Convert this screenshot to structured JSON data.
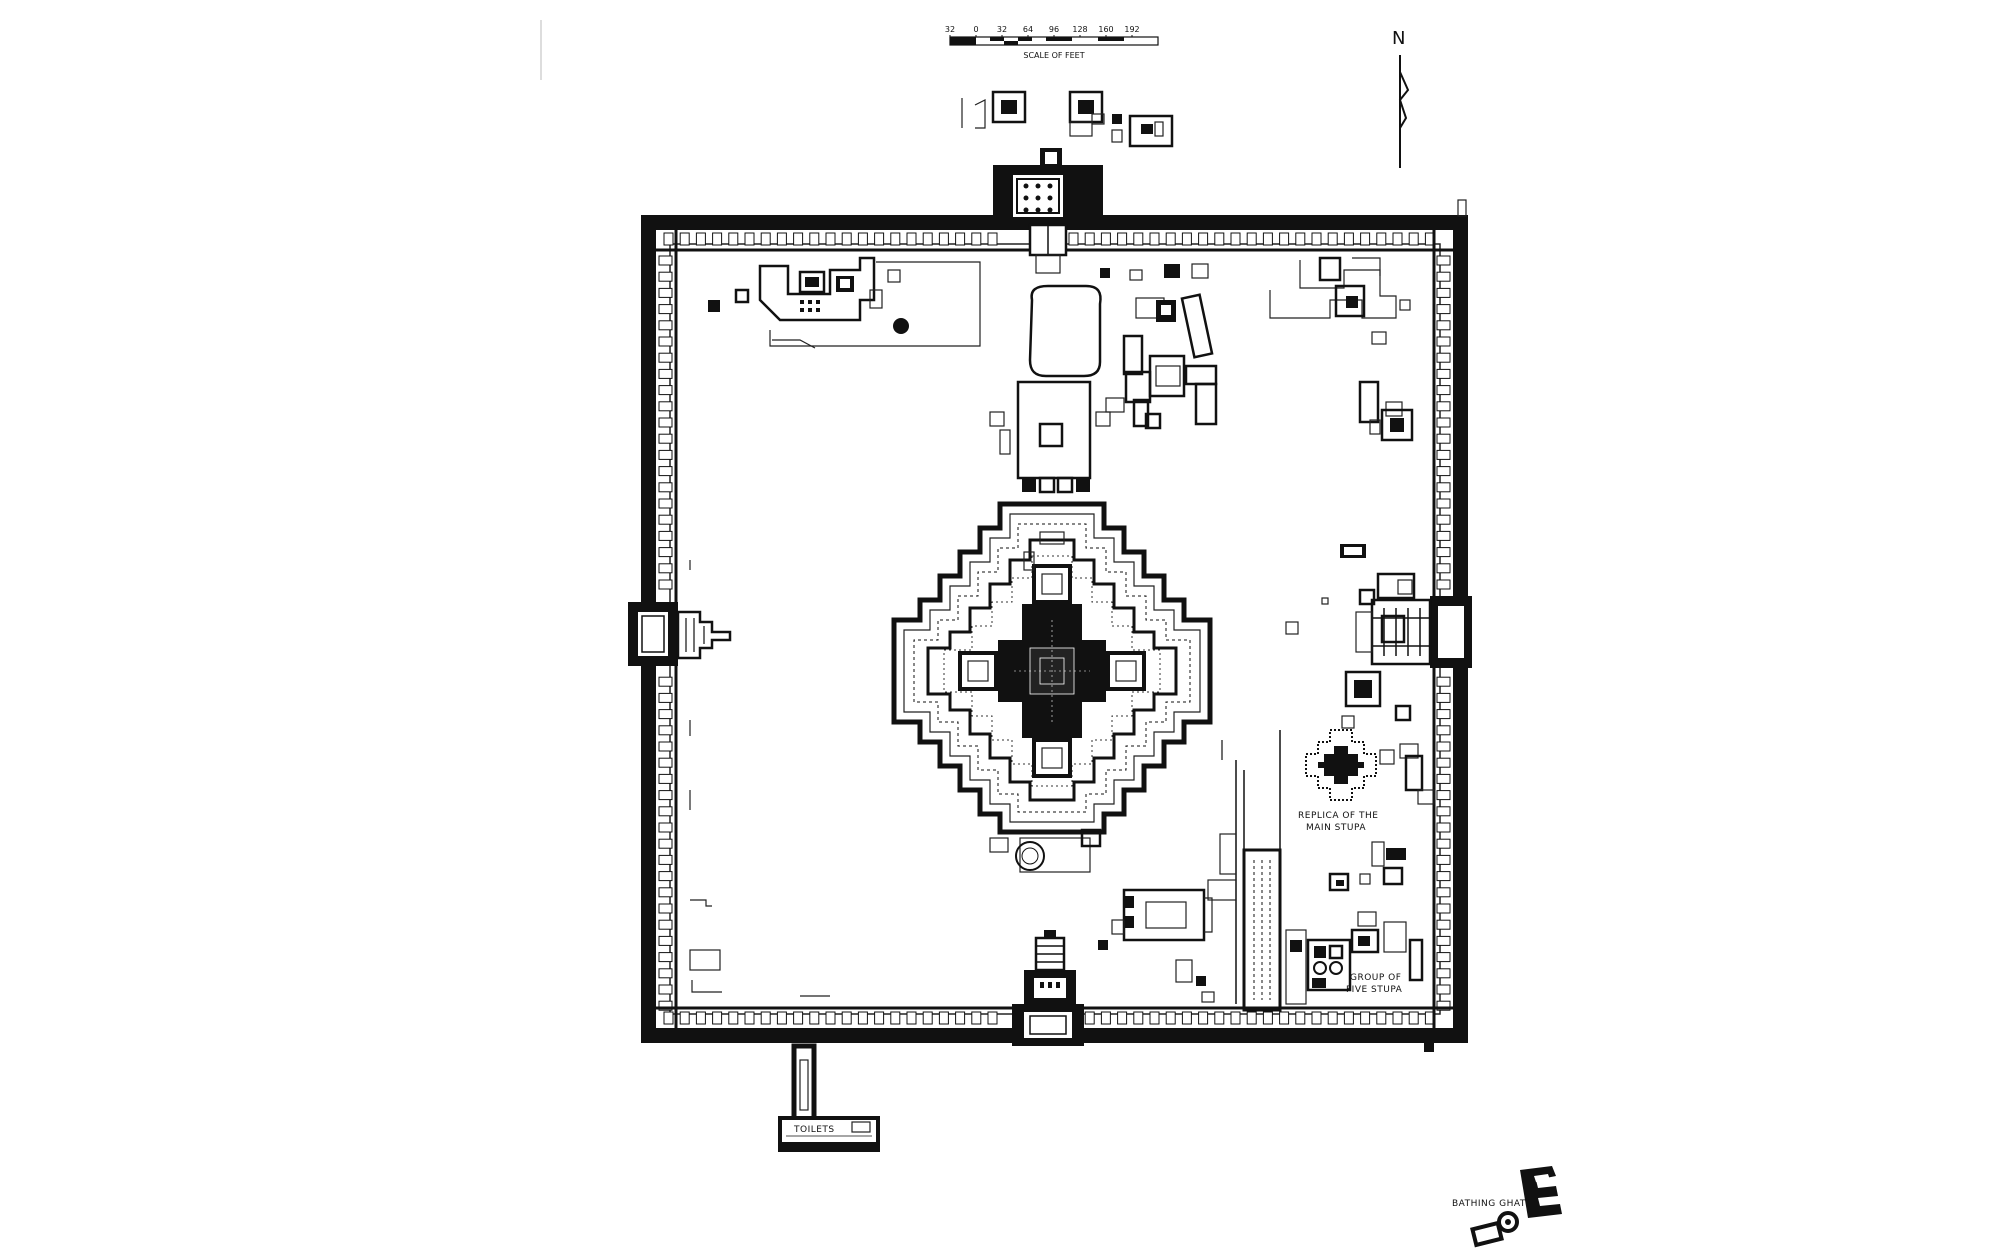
{
  "scale_bar": {
    "ticks": [
      "32",
      "0",
      "32",
      "64",
      "96",
      "128",
      "160",
      "192"
    ],
    "caption": "SCALE OF FEET"
  },
  "north_arrow": {
    "label": "N",
    "icon": "north-arrow-icon"
  },
  "labels": {
    "replica_line1": "REPLICA OF THE",
    "replica_line2": "MAIN STUPA",
    "five_stupa_line1": "GROUP OF",
    "five_stupa_line2": "FIVE STUPA",
    "toilets": "TOILETS",
    "bathing_ghat": "BATHING GHAT"
  },
  "colors": {
    "ink": "#111111",
    "paper": "#ffffff"
  }
}
